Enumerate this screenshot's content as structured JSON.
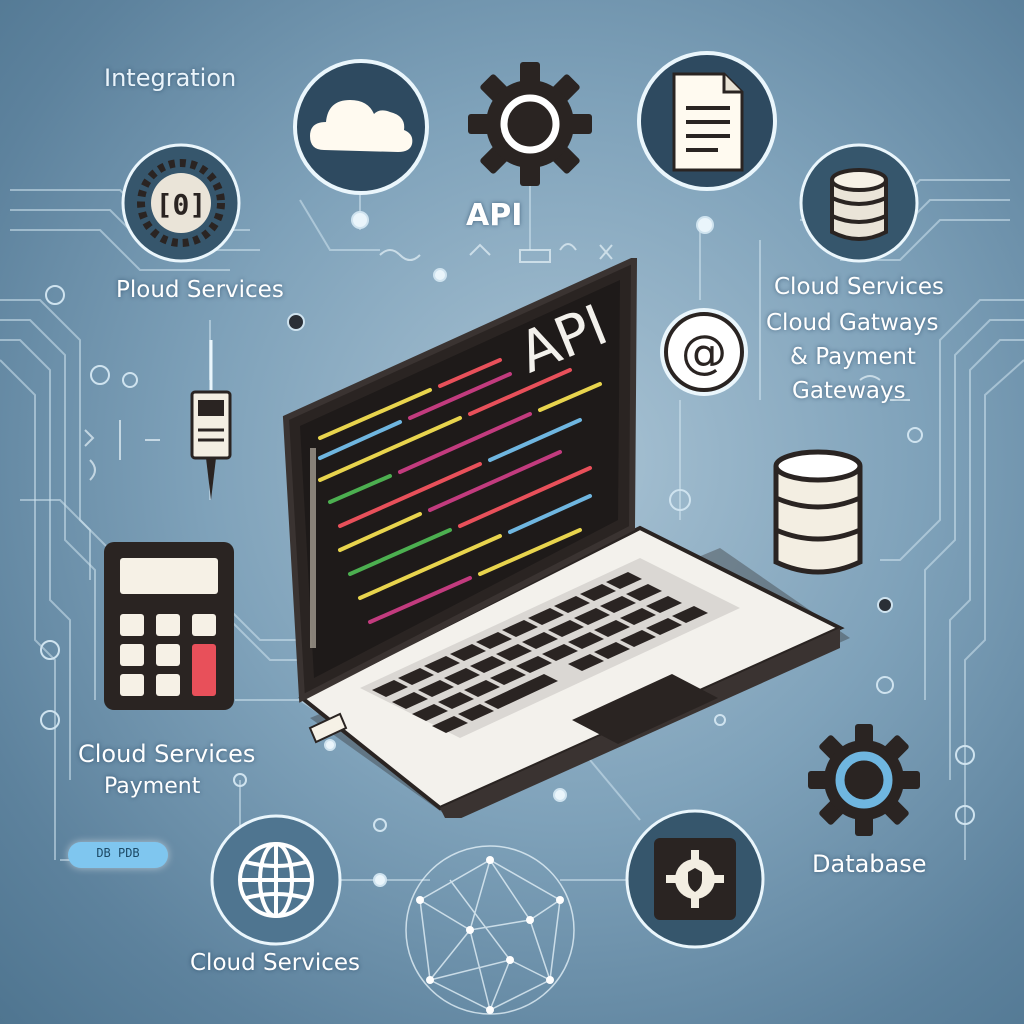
{
  "labels": {
    "integration": "Integration",
    "ploud_services": "Ploud Services",
    "api_top": "API",
    "screen_api": "API",
    "right_line1": "Cloud Services",
    "right_line2": "Cloud Gatways",
    "right_line3": "& Payment",
    "right_line4": "Gateways",
    "left_line1": "Cloud Services",
    "left_line2": "Payment",
    "pill": "DB PDB",
    "bottom": "Cloud Services",
    "database": "Database",
    "icon_top_left": "[0]"
  },
  "colors": {
    "background": "#7fa2ba",
    "icon_dark": "#2a2422",
    "circle_stroke": "#e8f4fb",
    "accent_red": "#e8505a",
    "accent_blue": "#6fb6e0"
  },
  "icons": [
    "cloud-icon",
    "gear-icon",
    "document-icon",
    "database-icon",
    "at-sign-icon",
    "calculator-icon",
    "globe-icon",
    "network-sphere-icon",
    "plug-icon",
    "laptop-icon"
  ]
}
